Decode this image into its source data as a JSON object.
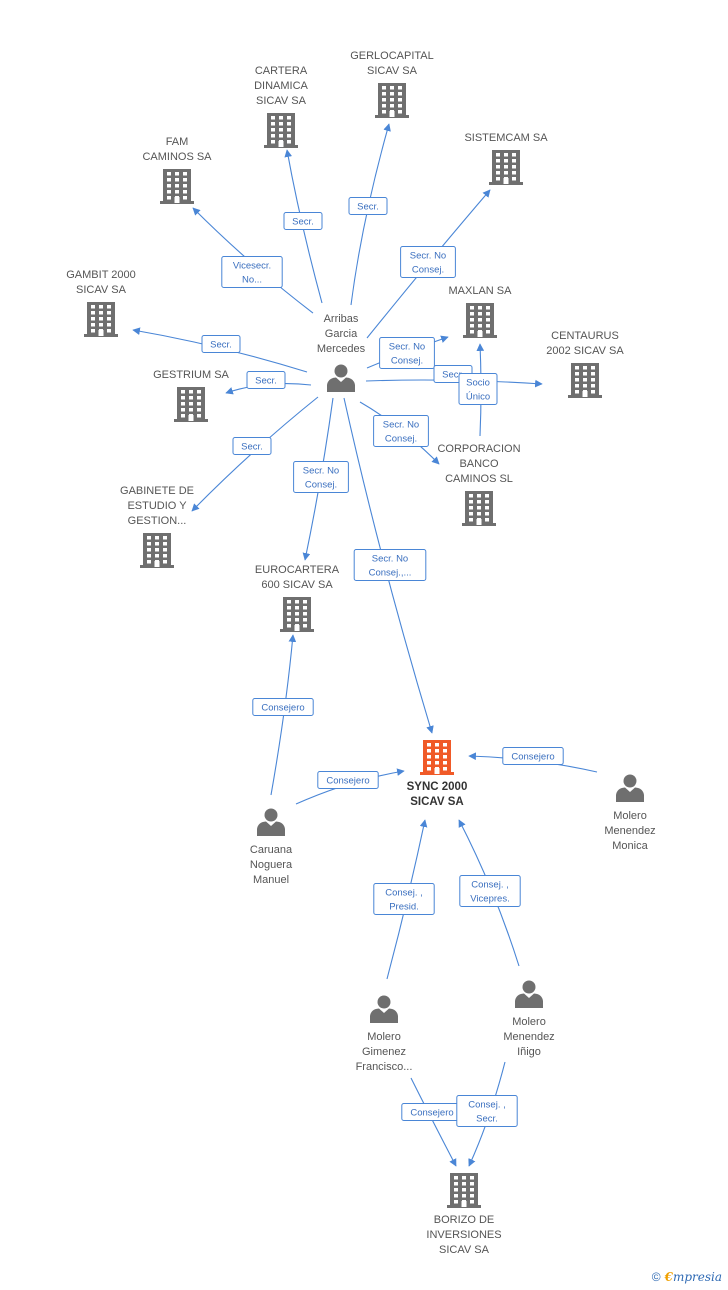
{
  "nodes": [
    {
      "id": "gerlocapital",
      "kind": "company",
      "label": [
        "GERLOCAPITAL",
        "SICAV SA"
      ]
    },
    {
      "id": "cartera",
      "kind": "company",
      "label": [
        "CARTERA",
        "DINAMICA",
        "SICAV SA"
      ]
    },
    {
      "id": "fam",
      "kind": "company",
      "label": [
        "FAM",
        "CAMINOS SA"
      ]
    },
    {
      "id": "sistemcam",
      "kind": "company",
      "label": [
        "SISTEMCAM SA"
      ]
    },
    {
      "id": "gambit",
      "kind": "company",
      "label": [
        "GAMBIT 2000",
        "SICAV SA"
      ]
    },
    {
      "id": "maxlan",
      "kind": "company",
      "label": [
        "MAXLAN SA"
      ]
    },
    {
      "id": "centaurus",
      "kind": "company",
      "label": [
        "CENTAURUS",
        "2002 SICAV SA"
      ]
    },
    {
      "id": "gestrium",
      "kind": "company",
      "label": [
        "GESTRIUM SA"
      ]
    },
    {
      "id": "corporacion",
      "kind": "company",
      "label": [
        "CORPORACION",
        "BANCO",
        "CAMINOS SL"
      ]
    },
    {
      "id": "gabinete",
      "kind": "company",
      "label": [
        "GABINETE DE",
        "ESTUDIO Y",
        "GESTION..."
      ]
    },
    {
      "id": "eurocartera",
      "kind": "company",
      "label": [
        "EUROCARTERA",
        "600 SICAV SA"
      ]
    },
    {
      "id": "sync",
      "kind": "company",
      "main": true,
      "label": [
        "SYNC 2000",
        "SICAV SA"
      ]
    },
    {
      "id": "borizo",
      "kind": "company",
      "label": [
        "BORIZO DE",
        "INVERSIONES",
        "SICAV SA"
      ]
    },
    {
      "id": "arribas",
      "kind": "person",
      "label": [
        "Arribas",
        "Garcia",
        "Mercedes"
      ]
    },
    {
      "id": "caruana",
      "kind": "person",
      "label": [
        "Caruana",
        "Noguera",
        "Manuel"
      ]
    },
    {
      "id": "monica",
      "kind": "person",
      "label": [
        "Molero",
        "Menendez",
        "Monica"
      ]
    },
    {
      "id": "francisco",
      "kind": "person",
      "label": [
        "Molero",
        "Gimenez",
        "Francisco..."
      ]
    },
    {
      "id": "inigo",
      "kind": "person",
      "label": [
        "Molero",
        "Menendez",
        "Iñigo"
      ]
    }
  ],
  "edges": [
    {
      "from": "arribas",
      "to": "gerlocapital",
      "label": [
        "Secr."
      ]
    },
    {
      "from": "arribas",
      "to": "cartera",
      "label": [
        "Secr."
      ]
    },
    {
      "from": "arribas",
      "to": "fam",
      "label": [
        "Vicesecr.",
        "No..."
      ]
    },
    {
      "from": "arribas",
      "to": "sistemcam",
      "label": [
        "Secr. No",
        "Consej."
      ]
    },
    {
      "from": "arribas",
      "to": "gambit",
      "label": [
        "Secr."
      ]
    },
    {
      "from": "arribas",
      "to": "maxlan",
      "label": [
        "Secr. No",
        "Consej."
      ]
    },
    {
      "from": "arribas",
      "to": "centaurus",
      "label": [
        "Secr."
      ]
    },
    {
      "from": "arribas",
      "to": "gestrium",
      "label": [
        "Secr."
      ]
    },
    {
      "from": "arribas",
      "to": "corporacion",
      "label": [
        "Secr. No",
        "Consej."
      ]
    },
    {
      "from": "corporacion",
      "to": "maxlan",
      "label": [
        "Socio",
        "Único"
      ]
    },
    {
      "from": "arribas",
      "to": "gabinete",
      "label": [
        "Secr."
      ]
    },
    {
      "from": "arribas",
      "to": "eurocartera",
      "label": [
        "Secr. No",
        "Consej."
      ]
    },
    {
      "from": "arribas",
      "to": "sync",
      "label": [
        "Secr. No",
        "Consej.,..."
      ]
    },
    {
      "from": "caruana",
      "to": "eurocartera",
      "label": [
        "Consejero"
      ]
    },
    {
      "from": "caruana",
      "to": "sync",
      "label": [
        "Consejero"
      ]
    },
    {
      "from": "monica",
      "to": "sync",
      "label": [
        "Consejero"
      ]
    },
    {
      "from": "francisco",
      "to": "sync",
      "label": [
        "Consej. ,",
        "Presid."
      ]
    },
    {
      "from": "inigo",
      "to": "sync",
      "label": [
        "Consej. ,",
        "Vicepres."
      ]
    },
    {
      "from": "francisco",
      "to": "borizo",
      "label": [
        "Consejero"
      ]
    },
    {
      "from": "inigo",
      "to": "borizo",
      "label": [
        "Consej. ,",
        "Secr."
      ]
    }
  ],
  "colors": {
    "edge": "#4a86d6",
    "building": "#6f6f6f",
    "building_main": "#f05a28",
    "person": "#6f6f6f"
  },
  "footer": {
    "copyright": "©",
    "brand_first": "€",
    "brand_rest": "mpresia"
  }
}
